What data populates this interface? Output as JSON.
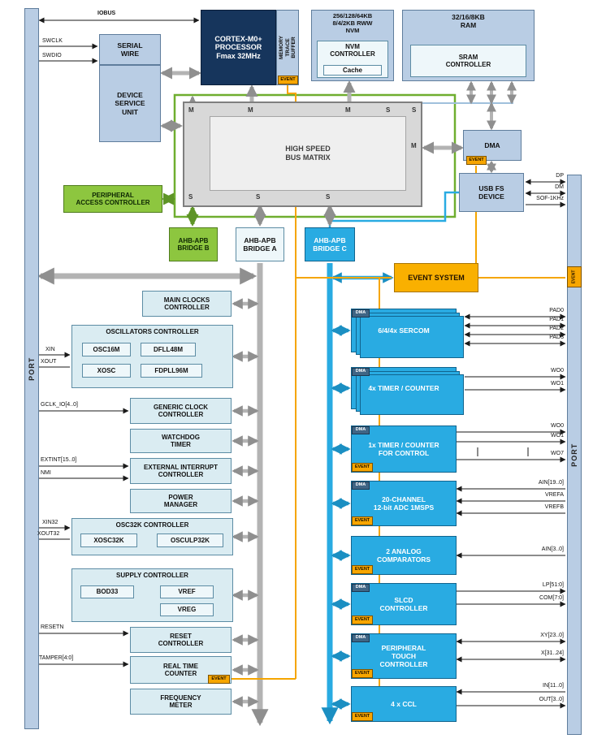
{
  "labels": {
    "iobus": "IOBUS",
    "event": "EVENT",
    "dma": "DMA",
    "m": "M",
    "s": "S"
  },
  "ports": {
    "left": "PORT",
    "right": "PORT"
  },
  "colors": {
    "cyan": "#29abe2",
    "green": "#8dc63f",
    "orange": "#f9b000",
    "navy": "#16355c",
    "lightblue": "#b9cde4"
  },
  "top": {
    "serial_wire": "SERIAL\nWIRE",
    "dsu": "DEVICE\nSERVICE\nUNIT",
    "cortex": "CORTEX-M0+\nPROCESSOR\nFmax 32MHz",
    "mtb": "MEMORY\nTRACE BUFFER",
    "nvm_title": "256/128/64KB\n8/4/2KB RWW\nNVM",
    "nvm_controller": "NVM\nCONTROLLER",
    "cache": "Cache",
    "ram_title": "32/16/8KB\nRAM",
    "sram_controller": "SRAM\nCONTROLLER",
    "bus_matrix": "HIGH SPEED\nBUS MATRIX",
    "dma_block": "DMA",
    "usb": "USB FS\nDEVICE",
    "pac": "PERIPHERAL\nACCESS CONTROLLER",
    "bridge_b": "AHB-APB\nBRIDGE B",
    "bridge_a": "AHB-APB\nBRIDGE A",
    "bridge_c": "AHB-APB\nBRIDGE C",
    "event_system": "EVENT SYSTEM"
  },
  "left_signals": {
    "swclk": "SWCLK",
    "swdio": "SWDIO",
    "xin": "XIN",
    "xout": "XOUT",
    "gclk_io": "GCLK_IO[4..0]",
    "extint": "EXTINT[15..0]",
    "nmi": "NMI",
    "xin32": "XIN32",
    "xout32": "XOUT32",
    "resetn": "RESETN",
    "tamper": "TAMPER[4:0]"
  },
  "usb_pins": {
    "dp": "DP",
    "dm": "DM",
    "sof": "SOF-1KHz"
  },
  "left_boxes": {
    "main_clocks": "MAIN CLOCKS\nCONTROLLER",
    "osc_ctrl": "OSCILLATORS CONTROLLER",
    "osc16m": "OSC16M",
    "dfll48m": "DFLL48M",
    "xosc": "XOSC",
    "fdpll96m": "FDPLL96M",
    "gclk": "GENERIC CLOCK\nCONTROLLER",
    "wdt": "WATCHDOG\nTIMER",
    "eic": "EXTERNAL INTERRUPT\nCONTROLLER",
    "pm": "POWER\nMANAGER",
    "osc32k": "OSC32K CONTROLLER",
    "xosc32k": "XOSC32K",
    "osculp32k": "OSCULP32K",
    "supply": "SUPPLY CONTROLLER",
    "bod33": "BOD33",
    "vref": "VREF",
    "vreg": "VREG",
    "reset": "RESET\nCONTROLLER",
    "rtc": "REAL TIME\nCOUNTER",
    "freqm": "FREQUENCY\nMETER"
  },
  "right_boxes": {
    "sercom": "6/4/4x SERCOM",
    "tc": "4x TIMER / COUNTER",
    "tcc": "1x TIMER / COUNTER\nFOR CONTROL",
    "adc": "20-CHANNEL\n12-bit ADC 1MSPS",
    "ac": "2 ANALOG\nCOMPARATORS",
    "slcd": "SLCD\nCONTROLLER",
    "ptc": "PERIPHERAL\nTOUCH\nCONTROLLER",
    "ccl": "4 x CCL"
  },
  "right_pins": {
    "pad0": "PAD0",
    "pad1": "PAD1",
    "pad2": "PAD2",
    "pad3": "PAD3",
    "tc_wo0": "WO0",
    "tc_wo1": "WO1",
    "tcc_wo0": "WO0",
    "tcc_wo1": "WO1",
    "tcc_wo7": "WO7",
    "ain19": "AIN[19..0]",
    "vrefa": "VREFA",
    "vrefb": "VREFB",
    "ain3": "AIN[3..0]",
    "lp": "LP[51:0]",
    "com": "COM[7:0]",
    "xy": "XY[23..0]",
    "x31": "X[31..24]",
    "ccl_in": "IN[11..0]",
    "ccl_out": "OUT[3..0]"
  }
}
